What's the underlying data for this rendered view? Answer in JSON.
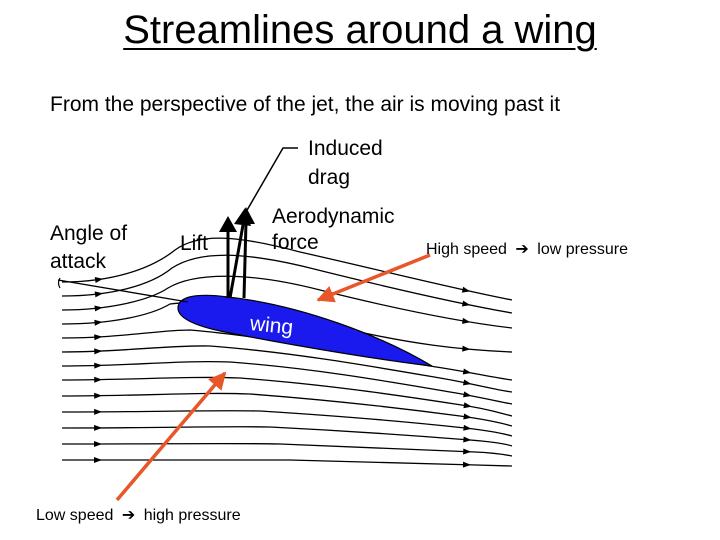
{
  "title": "Streamlines around a wing",
  "subtitle": "From the perspective of the jet, the air is moving past it",
  "labels": {
    "angle_of_attack_line1": "Angle of",
    "angle_of_attack_line2": "attack",
    "lift": "Lift",
    "aerodynamic_line1": "Aerodynamic",
    "aerodynamic_line2": "force",
    "induced_line1": "Induced",
    "induced_line2": "drag",
    "wing": "wing",
    "high_speed": "High speed",
    "high_speed_result": "low pressure",
    "low_speed": "Low speed",
    "low_speed_result": "high pressure",
    "arrow_glyph": "➔"
  },
  "colors": {
    "wing": "#1a1aee",
    "callout_arrow": "#e8572a",
    "streamline": "#000000"
  }
}
